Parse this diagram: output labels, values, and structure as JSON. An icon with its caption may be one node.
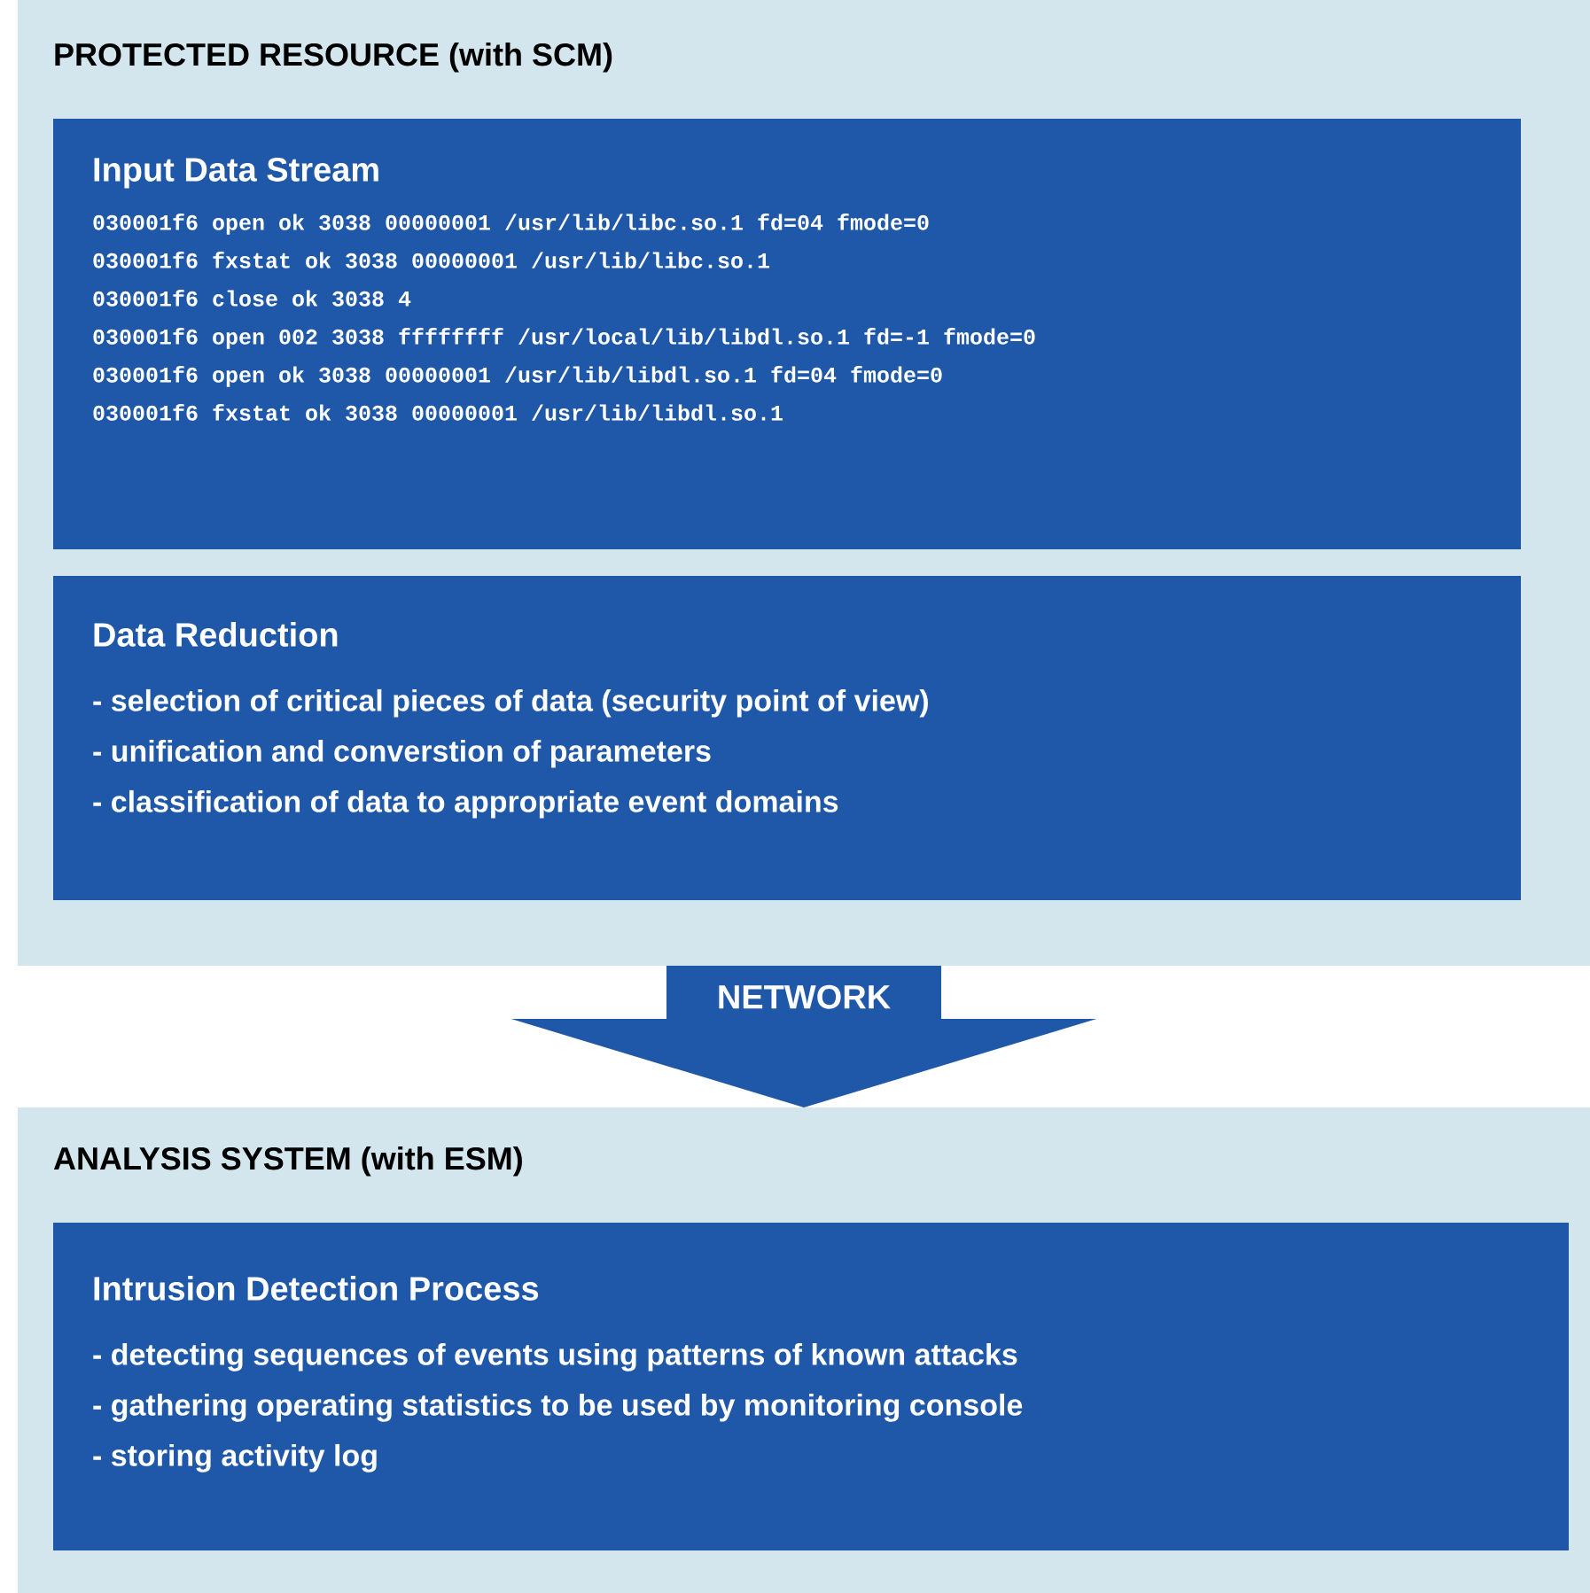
{
  "diagram": {
    "nodes": [
      {
        "text": [
          "PROTECTED RESOURCE (with SCM)"
        ]
      },
      {
        "text": [
          "Input Data Stream",
          "030001f6 open ok 3038 00000001 /usr/lib/libc.so.1 fd=04 fmode=0",
          "030001f6 fxstat ok 3038 00000001 /usr/lib/libc.so.1",
          "030001f6 close ok 3038 4",
          "030001f6 open 002 3038 ffffffff /usr/local/lib/libdl.so.1 fd=-1 fmode=0",
          "030001f6 open ok 3038 00000001 /usr/lib/libdl.so.1 fd=04 fmode=0",
          "030001f6 fxstat ok 3038 00000001 /usr/lib/libdl.so.1"
        ],
        "in": 0
      },
      {
        "text": [
          "Data Reduction",
          "- selection of critical pieces of data (security point of view)",
          "- unification and converstion of parameters",
          "- classification of data to appropriate event domains"
        ],
        "in": 0
      },
      {
        "text": [
          "ANALYSIS SYSTEM (with ESM)"
        ]
      },
      {
        "text": [
          "Intrusion Detection Process",
          "- detecting sequences of events using patterns of known attacks",
          "- gathering operating statistics to be used by monitoring console",
          "- storing activity log"
        ],
        "in": 3
      }
    ],
    "edges": [
      {
        "from": 0,
        "to": 3,
        "arrow": "to",
        "label": "NETWORK",
        "style": "thick"
      }
    ]
  }
}
